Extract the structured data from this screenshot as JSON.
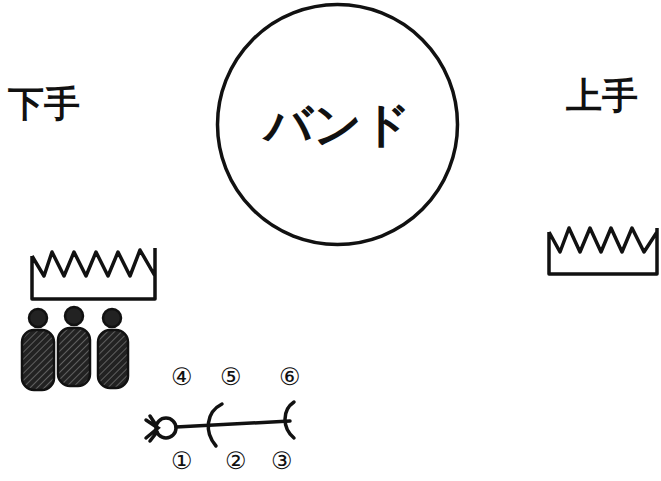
{
  "diagram": {
    "nodes": [
      {
        "text": [
          "バンド"
        ]
      }
    ],
    "labels": [
      "下手",
      "上手",
      "④",
      "⑤",
      "⑥",
      "①",
      "②",
      "③"
    ]
  }
}
